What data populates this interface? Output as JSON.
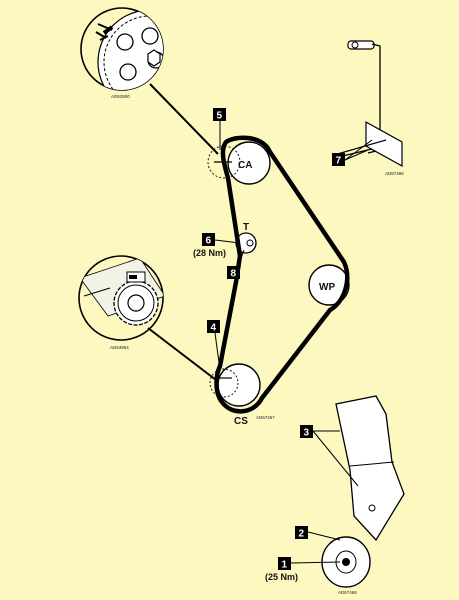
{
  "labels": {
    "camshaft": "CA",
    "water_pump": "WP",
    "crankshaft": "CS",
    "tensioner": "T"
  },
  "callouts": [
    {
      "number": "1",
      "torque": "(25 Nm)"
    },
    {
      "number": "2",
      "torque": ""
    },
    {
      "number": "3",
      "torque": ""
    },
    {
      "number": "4",
      "torque": ""
    },
    {
      "number": "5",
      "torque": ""
    },
    {
      "number": "6",
      "torque": "(28 Nm)"
    },
    {
      "number": "7",
      "torque": ""
    },
    {
      "number": "8",
      "torque": ""
    }
  ],
  "reference_codes": {
    "top_gear_detail": "AD63900",
    "bracket_detail": "AD67466",
    "crank_gear_detail": "AD63964",
    "belt_layout": "AD67467",
    "cover_detail": "AD67468"
  }
}
